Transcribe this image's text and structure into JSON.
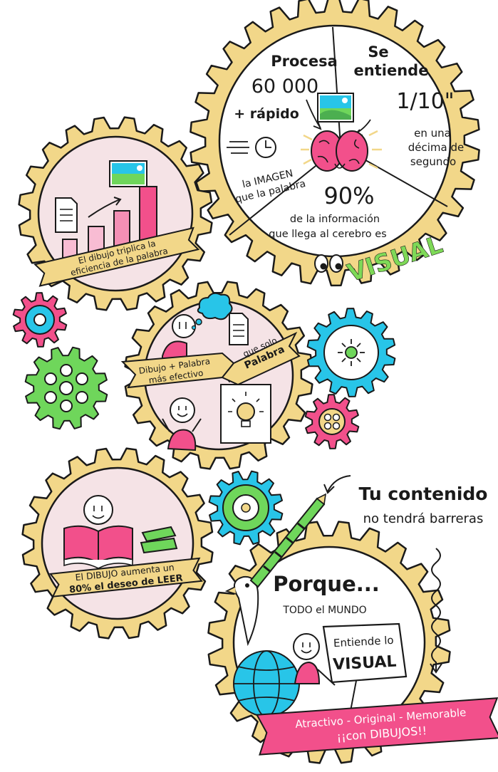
{
  "top_gear": {
    "procesa_title": "Procesa",
    "procesa_number": "60 000",
    "se_entiende_l1": "Se",
    "se_entiende_l2": "entiende",
    "fraction": "1/10\"",
    "rapido": "+ rápido",
    "imagen_l1": "la IMAGEN",
    "imagen_l2": "que la palabra",
    "decima_l1": "en una",
    "decima_l2": "décima de",
    "decima_l3": "segundo",
    "percent": "90%",
    "info_l1": "de la información",
    "info_l2": "que llega al cerebro es",
    "visual": "VISUAL"
  },
  "left_gear": {
    "banner_l1": "El dibujo triplica la",
    "banner_l2": "eficiencia de la palabra"
  },
  "middle_gear": {
    "banner_left_l1": "Dibujo + Palabra",
    "banner_left_l2": "más efectivo",
    "banner_right_l1": "que solo",
    "banner_right_l2": "Palabra"
  },
  "reading_gear": {
    "banner_l1": "El DIBUJO aumenta un",
    "banner_l2": "80% el deseo de LEER"
  },
  "bottom_gear": {
    "tu_contenido": "Tu contenido",
    "no_barreras": "no tendrá barreras",
    "porque": "Porque...",
    "todo_mundo": "TODO el MUNDO",
    "sign_l1": "Entiende lo",
    "sign_l2": "VISUAL",
    "final_l1": "Atractivo - Original - Memorable",
    "final_l2": "¡¡con DIBUJOS!!"
  },
  "colors": {
    "gear_gold": "#f2d789",
    "gear_inner": "#f5e3e6",
    "pink": "#f2508b",
    "cyan": "#28c5e8",
    "green": "#6fd65b",
    "visual_green": "#7ed957",
    "ink": "#1a1a1a"
  }
}
